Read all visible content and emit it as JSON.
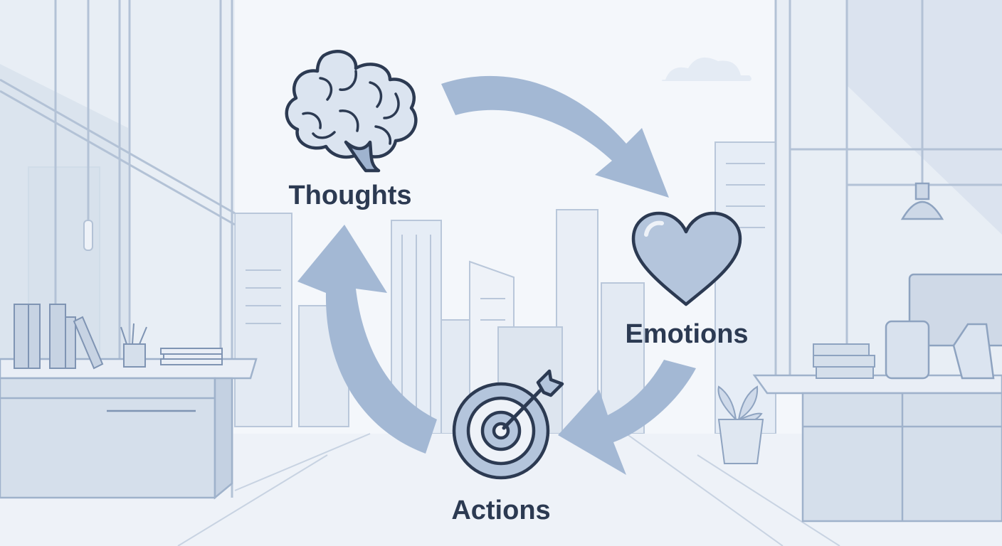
{
  "diagram": {
    "type": "cycle",
    "nodes": [
      {
        "id": "thoughts",
        "label": "Thoughts",
        "icon": "brain-icon"
      },
      {
        "id": "emotions",
        "label": "Emotions",
        "icon": "heart-icon"
      },
      {
        "id": "actions",
        "label": "Actions",
        "icon": "target-icon"
      }
    ],
    "edges": [
      {
        "from": "thoughts",
        "to": "emotions"
      },
      {
        "from": "emotions",
        "to": "actions"
      },
      {
        "from": "actions",
        "to": "thoughts"
      }
    ]
  },
  "colors": {
    "arrow": "#a3b8d4",
    "ink": "#2c3a52",
    "icon_fill": "#b4c5dc",
    "background": "#f4f7fb"
  }
}
